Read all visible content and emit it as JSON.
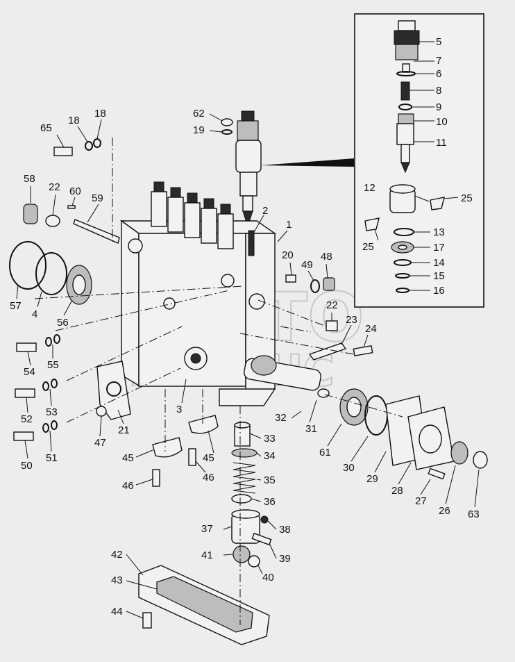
{
  "watermark": {
    "line1": "АВТО",
    "line2": "АЛЬЯНС"
  },
  "callouts": [
    {
      "id": "c5",
      "text": "5"
    },
    {
      "id": "c7",
      "text": "7"
    },
    {
      "id": "c6",
      "text": "6"
    },
    {
      "id": "c8",
      "text": "8"
    },
    {
      "id": "c9",
      "text": "9"
    },
    {
      "id": "c10",
      "text": "10"
    },
    {
      "id": "c11",
      "text": "11"
    },
    {
      "id": "c12",
      "text": "12"
    },
    {
      "id": "c25a",
      "text": "25"
    },
    {
      "id": "c25b",
      "text": "25"
    },
    {
      "id": "c13",
      "text": "13"
    },
    {
      "id": "c17",
      "text": "17"
    },
    {
      "id": "c14",
      "text": "14"
    },
    {
      "id": "c15",
      "text": "15"
    },
    {
      "id": "c16",
      "text": "16"
    },
    {
      "id": "c62",
      "text": "62"
    },
    {
      "id": "c19",
      "text": "19"
    },
    {
      "id": "c65",
      "text": "65"
    },
    {
      "id": "c18a",
      "text": "18"
    },
    {
      "id": "c18b",
      "text": "18"
    },
    {
      "id": "c58",
      "text": "58"
    },
    {
      "id": "c22a",
      "text": "22"
    },
    {
      "id": "c60",
      "text": "60"
    },
    {
      "id": "c59",
      "text": "59"
    },
    {
      "id": "c2",
      "text": "2"
    },
    {
      "id": "c1",
      "text": "1"
    },
    {
      "id": "c20",
      "text": "20"
    },
    {
      "id": "c49",
      "text": "49"
    },
    {
      "id": "c48",
      "text": "48"
    },
    {
      "id": "c57",
      "text": "57"
    },
    {
      "id": "c4",
      "text": "4"
    },
    {
      "id": "c56",
      "text": "56"
    },
    {
      "id": "c22b",
      "text": "22"
    },
    {
      "id": "c23",
      "text": "23"
    },
    {
      "id": "c24",
      "text": "24"
    },
    {
      "id": "c54",
      "text": "54"
    },
    {
      "id": "c55",
      "text": "55"
    },
    {
      "id": "c52",
      "text": "52"
    },
    {
      "id": "c53",
      "text": "53"
    },
    {
      "id": "c50",
      "text": "50"
    },
    {
      "id": "c51",
      "text": "51"
    },
    {
      "id": "c47",
      "text": "47"
    },
    {
      "id": "c21",
      "text": "21"
    },
    {
      "id": "c3",
      "text": "3"
    },
    {
      "id": "c32",
      "text": "32"
    },
    {
      "id": "c31",
      "text": "31"
    },
    {
      "id": "c61",
      "text": "61"
    },
    {
      "id": "c30",
      "text": "30"
    },
    {
      "id": "c29",
      "text": "29"
    },
    {
      "id": "c28",
      "text": "28"
    },
    {
      "id": "c27",
      "text": "27"
    },
    {
      "id": "c26",
      "text": "26"
    },
    {
      "id": "c63",
      "text": "63"
    },
    {
      "id": "c45a",
      "text": "45"
    },
    {
      "id": "c45b",
      "text": "45"
    },
    {
      "id": "c46a",
      "text": "46"
    },
    {
      "id": "c46b",
      "text": "46"
    },
    {
      "id": "c33",
      "text": "33"
    },
    {
      "id": "c34",
      "text": "34"
    },
    {
      "id": "c35",
      "text": "35"
    },
    {
      "id": "c36",
      "text": "36"
    },
    {
      "id": "c37",
      "text": "37"
    },
    {
      "id": "c38",
      "text": "38"
    },
    {
      "id": "c41",
      "text": "41"
    },
    {
      "id": "c39",
      "text": "39"
    },
    {
      "id": "c40",
      "text": "40"
    },
    {
      "id": "c42",
      "text": "42"
    },
    {
      "id": "c43",
      "text": "43"
    },
    {
      "id": "c44",
      "text": "44"
    }
  ]
}
